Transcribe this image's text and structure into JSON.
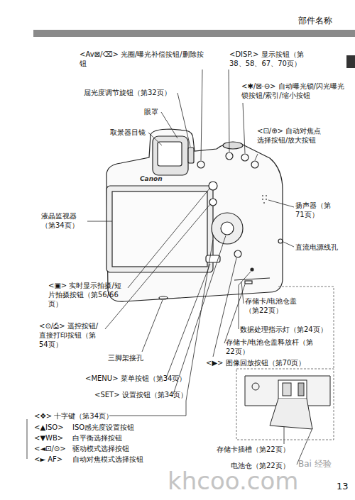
{
  "diagram": {
    "title": "部件名称",
    "labels": [
      "<Av⊠/⌫> 光圈/曝光补偿按钮/删除按钮",
      "屈光度调节旋钮（第32页）",
      "眼罩",
      "取景器目镜",
      "Canon",
      "液晶监视器（第34页）",
      "<DISP.> 显示按钮（第38、58、67、70页）",
      "<✱/⊠·⊖> 自动曝光锁/闪光曝光锁按钮/索引/缩小按钮",
      "<⊡/⊕> 自动对焦点选择按钮/放大按钮",
      "扬声器（第71页）",
      "直流电源线孔",
      "<▣> 实时显示拍摄/短片拍摄按钮（第56/66页）",
      "<⊙/⎙> 遥控按钮/直接打印按钮（第54页）",
      "三脚架接孔",
      "<MENU> 菜单按钮（第34页）",
      "<SET> 设置按钮（第34页）",
      "<✥> 十字键（第34页）",
      "<▲ISO>",
      "ISO感光度设置按钮",
      "<▼WB>",
      "白平衡选择按钮",
      "<◄⊡/⊙>",
      "驱动模式选择按钮",
      "<► AF>",
      "自动对焦模式选择按钮",
      "存储卡/电池仓盖（第22页）",
      "数据处理指示灯（第24页）",
      "存储卡/电池仓盖释放杆（第22页）",
      "<▶> 图像回放按钮（第70页）",
      "存储卡插槽（第22页）",
      "电池仓（第22页）",
      "13",
      "khcoo.com",
      "Bai 经验"
    ]
  }
}
